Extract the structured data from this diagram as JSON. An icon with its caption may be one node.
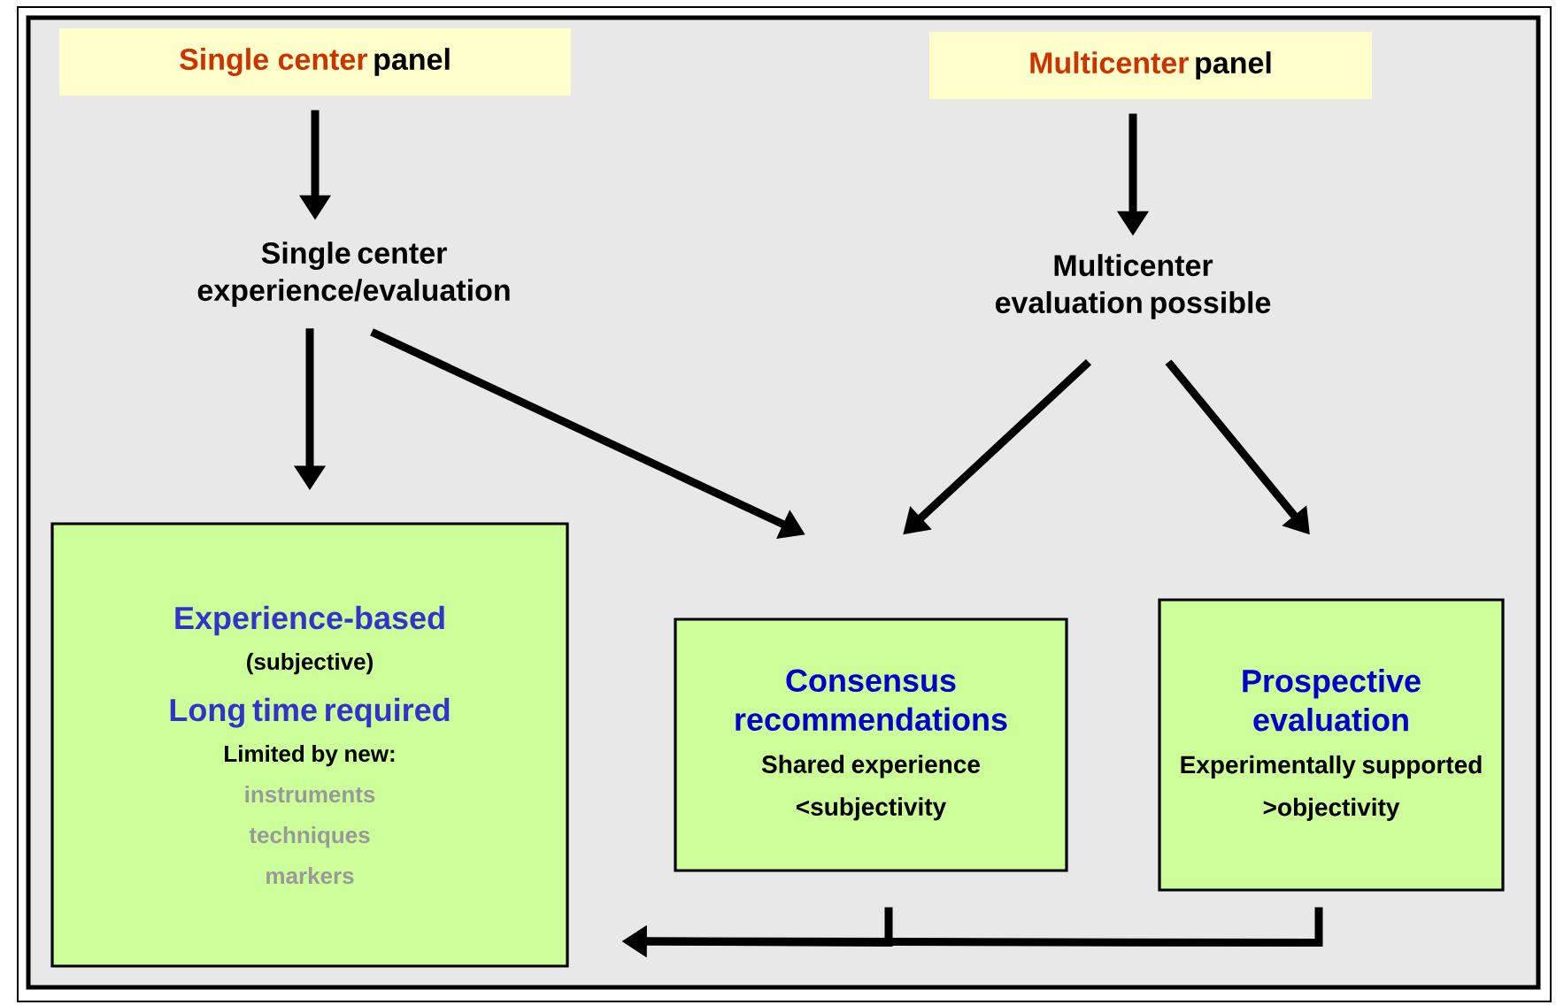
{
  "diagram": {
    "nodes": [
      {
        "text": [
          "Single center",
          "panel"
        ]
      },
      {
        "text": [
          "Multicenter",
          "panel"
        ]
      },
      {
        "text": [
          "Single center experience/evaluation"
        ]
      },
      {
        "text": [
          "Multicenter evaluation possible"
        ]
      },
      {
        "text": [
          "Experience-based",
          "(subjective)",
          "Long time required",
          "Limited by new:",
          "instruments",
          "techniques",
          "markers"
        ]
      },
      {
        "text": [
          "Consensus recommendations",
          "Shared experience",
          "<subjectivity"
        ]
      },
      {
        "text": [
          "Prospective evaluation",
          "Experimentally supported",
          ">objectivity"
        ]
      }
    ],
    "edges": [
      {
        "from": 0,
        "to": 2,
        "arrow": "to"
      },
      {
        "from": 1,
        "to": 3,
        "arrow": "to"
      },
      {
        "from": 2,
        "to": 4,
        "arrow": "to"
      },
      {
        "from": 2,
        "to": 5,
        "arrow": "to"
      },
      {
        "from": 3,
        "to": 5,
        "arrow": "to"
      },
      {
        "from": 3,
        "to": 6,
        "arrow": "to"
      },
      {
        "from": 5,
        "to": 4,
        "arrow": "to"
      },
      {
        "from": 6,
        "to": 4,
        "arrow": "to"
      }
    ]
  }
}
